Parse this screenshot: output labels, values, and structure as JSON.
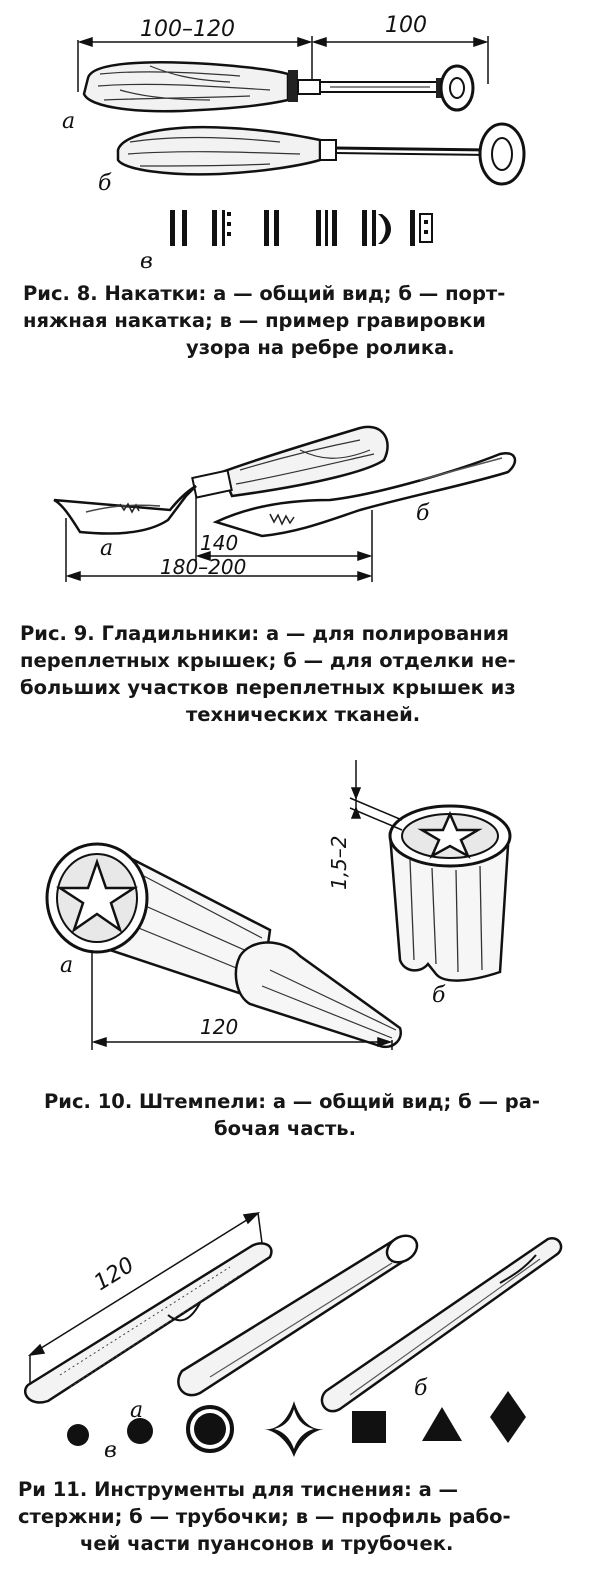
{
  "figures": {
    "fig8": {
      "dim_handle": "100–120",
      "dim_shaft": "100",
      "label_a": "а",
      "label_b": "б",
      "label_c": "в",
      "caption": [
        "Рис. 8. Накатки: а — общий вид; б — порт-",
        "няжная   накатка;   в — пример   гравировки",
        "узора на ребре ролика."
      ]
    },
    "fig9": {
      "dim_blade": "140",
      "dim_total": "180–200",
      "label_a": "а",
      "label_b": "б",
      "caption": [
        "Рис. 9. Гладильники: а — для полирования",
        "переплетных крышек; б — для отделки не-",
        "больших участков переплетных крышек из",
        "технических тканей."
      ]
    },
    "fig10": {
      "dim_depth": "1,5–2",
      "dim_length": "120",
      "label_a": "а",
      "label_b": "б",
      "caption": [
        "Рис. 10. Штемпели: а — общий вид; б — ра-",
        "бочая часть."
      ]
    },
    "fig11": {
      "dim_length": "120",
      "label_a": "а",
      "label_b": "б",
      "label_c": "в",
      "caption": [
        "Ри   11. Инструменты для тиснения: а —",
        "стержни; б — трубочки; в — профиль рабо-",
        "чей части пуансонов и трубочек."
      ]
    }
  }
}
